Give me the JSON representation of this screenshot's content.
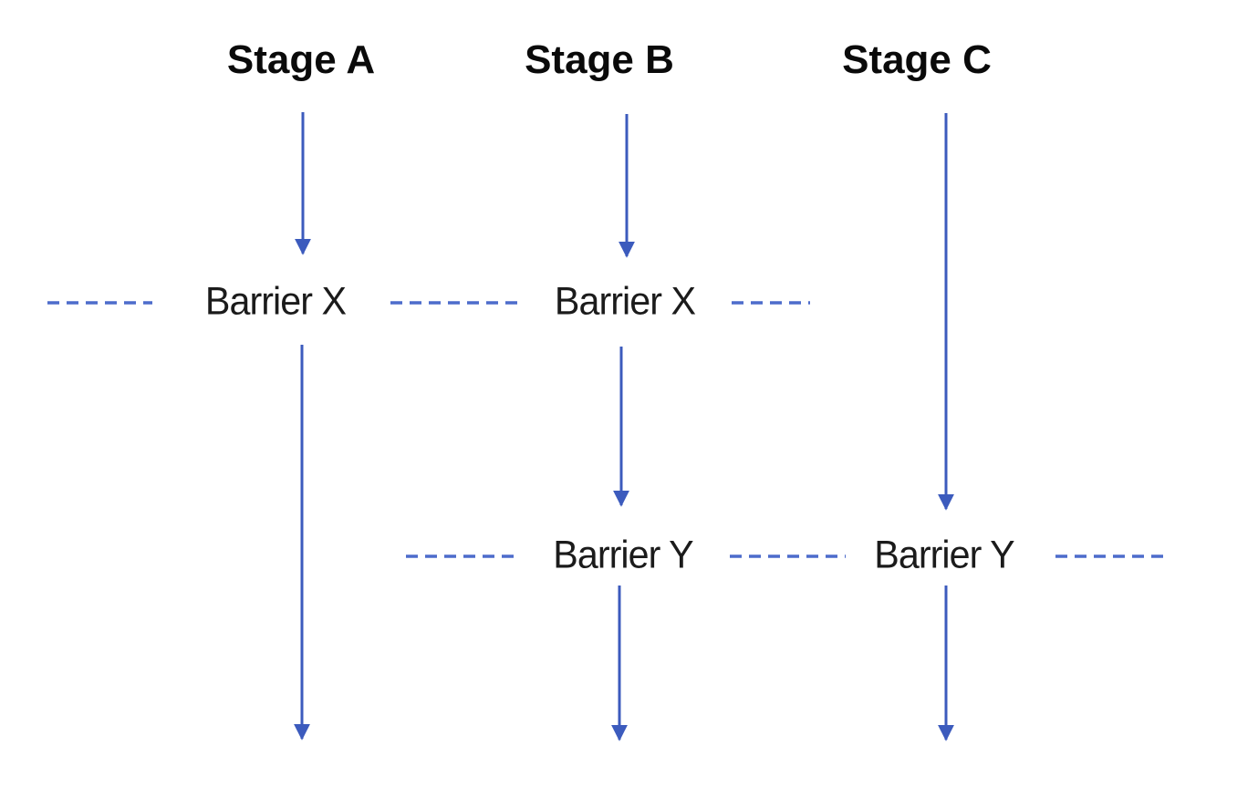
{
  "diagram": {
    "title_hint": "Three parallel stage pipelines with synchronization barriers",
    "stages": [
      {
        "label": "Stage A"
      },
      {
        "label": "Stage B"
      },
      {
        "label": "Stage C"
      }
    ],
    "barriers": {
      "x": "Barrier X",
      "y": "Barrier Y"
    }
  },
  "colors": {
    "arrow": "#3c5bbd",
    "dash": "#4d6ccb",
    "heading_text": "#0a0a0a",
    "barrier_text": "#1b1b1b",
    "background": "#ffffff"
  }
}
